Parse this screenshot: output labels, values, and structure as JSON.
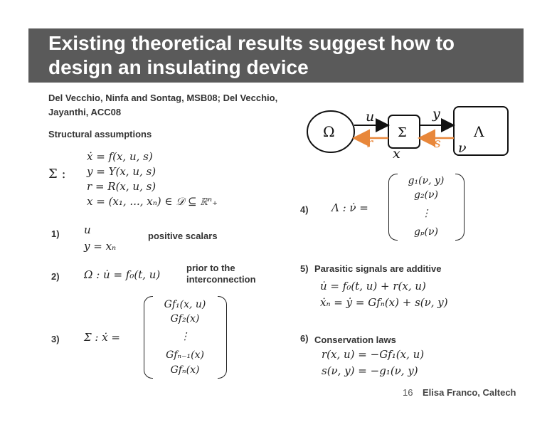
{
  "title": "Existing theoretical results suggest how to design an insulating device",
  "citation": "Del Vecchio, Ninfa and Sontag, MSB08; Del Vecchio, Jayanthi, ACC08",
  "structural_assumptions": "Structural assumptions",
  "sigma_system": {
    "label": "Σ :",
    "eq1": "ẋ = f(x, u, s)",
    "eq2": "y = Y(x, u, s)",
    "eq3": "r = R(x, u, s)",
    "eq4": "x = (x₁, ..., xₙ) ∈ 𝒟 ⊆ ℝⁿ₊"
  },
  "items": {
    "i1": {
      "num": "1)",
      "line1": "u",
      "line2": "y = xₙ",
      "note": "positive scalars"
    },
    "i2": {
      "num": "2)",
      "eq": "Ω :    u̇ = f₀(t, u)",
      "note": "prior to the interconnection"
    },
    "i3": {
      "num": "3)",
      "lhs": "Σ :    ẋ =",
      "rows": [
        "Gf₁(x, u)",
        "Gf₂(x)",
        "⋮",
        "Gfₙ₋₁(x)",
        "Gfₙ(x)"
      ]
    },
    "i4": {
      "num": "4)",
      "lhs": "Λ :    ν̇ =",
      "rows": [
        "g₁(ν, y)",
        "g₂(ν)",
        "⋮",
        "gₚ(ν)"
      ]
    },
    "i5": {
      "num": "5)",
      "title": "Parasitic signals are additive",
      "eq1": "u̇ = f₀(t, u) + r(x, u)",
      "eq2": "ẋₙ = ẏ = Gfₙ(x) + s(ν, y)"
    },
    "i6": {
      "num": "6)",
      "title": "Conservation laws",
      "eq1": "r(x, u) = −Gf₁(x, u)",
      "eq2": "s(ν, y) = −g₁(ν, y)"
    }
  },
  "diagram": {
    "omega": "Ω",
    "sigma": "Σ",
    "lambda": "Λ",
    "u": "u",
    "y": "y",
    "r": "r",
    "s": "s",
    "x": "x",
    "nu": "ν",
    "arrow_color": "#e8873a",
    "black": "#111111"
  },
  "footer": {
    "page": "16",
    "author": "Elisa Franco, Caltech"
  }
}
